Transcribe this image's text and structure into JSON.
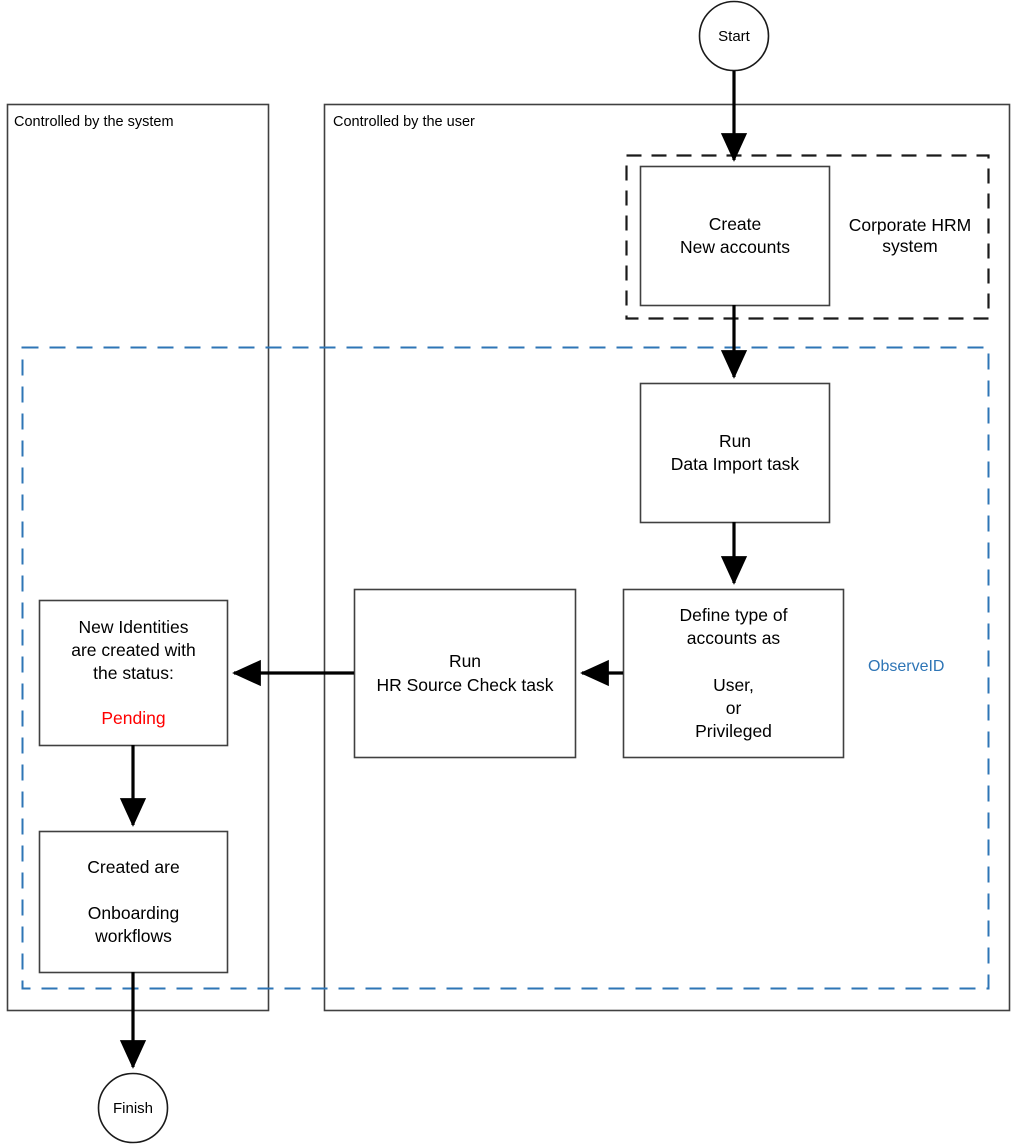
{
  "diagram": {
    "title_visible": false,
    "colors": {
      "stroke": "#404040",
      "flow_arrow": "#000000",
      "dashed_group": "#1a1a1a",
      "brand_dashed": "#2e75b6",
      "status_alert": "#ff0000",
      "background": "#ffffff"
    },
    "swimlanes": [
      {
        "id": "system",
        "label": "Controlled by the system"
      },
      {
        "id": "user",
        "label": "Controlled by the user"
      }
    ],
    "groups": [
      {
        "id": "hrm",
        "label": "Corporate\nHRM system",
        "style": "dashed-black"
      },
      {
        "id": "observeid",
        "label": "ObserveID",
        "style": "dashed-blue"
      }
    ],
    "terminators": [
      {
        "id": "start",
        "label": "Start"
      },
      {
        "id": "finish",
        "label": "Finish"
      }
    ],
    "nodes": [
      {
        "id": "create-new-accounts",
        "lines": [
          "Create",
          "New accounts"
        ]
      },
      {
        "id": "run-data-import-task",
        "lines": [
          "Run",
          "Data Import task"
        ]
      },
      {
        "id": "define-type-of-accounts",
        "lines": [
          "Define type of",
          "accounts as",
          "",
          "User,",
          "or",
          "Privileged"
        ]
      },
      {
        "id": "run-hr-source-check-task",
        "lines": [
          "Run",
          "HR Source Check task"
        ]
      },
      {
        "id": "new-identities-status",
        "lines": [
          "New Identities",
          "are created with",
          "the status:"
        ],
        "status_label": "Pending"
      },
      {
        "id": "created-onboarding-workflows",
        "lines": [
          "Created are",
          "",
          "Onboarding",
          "workflows"
        ]
      }
    ],
    "edges": [
      {
        "from": "start",
        "to": "create-new-accounts",
        "direction": "down"
      },
      {
        "from": "create-new-accounts",
        "to": "run-data-import-task",
        "direction": "down"
      },
      {
        "from": "run-data-import-task",
        "to": "define-type-of-accounts",
        "direction": "down"
      },
      {
        "from": "define-type-of-accounts",
        "to": "run-hr-source-check-task",
        "direction": "left"
      },
      {
        "from": "run-hr-source-check-task",
        "to": "new-identities-status",
        "direction": "left"
      },
      {
        "from": "new-identities-status",
        "to": "created-onboarding-workflows",
        "direction": "down"
      },
      {
        "from": "created-onboarding-workflows",
        "to": "finish",
        "direction": "down"
      }
    ]
  }
}
